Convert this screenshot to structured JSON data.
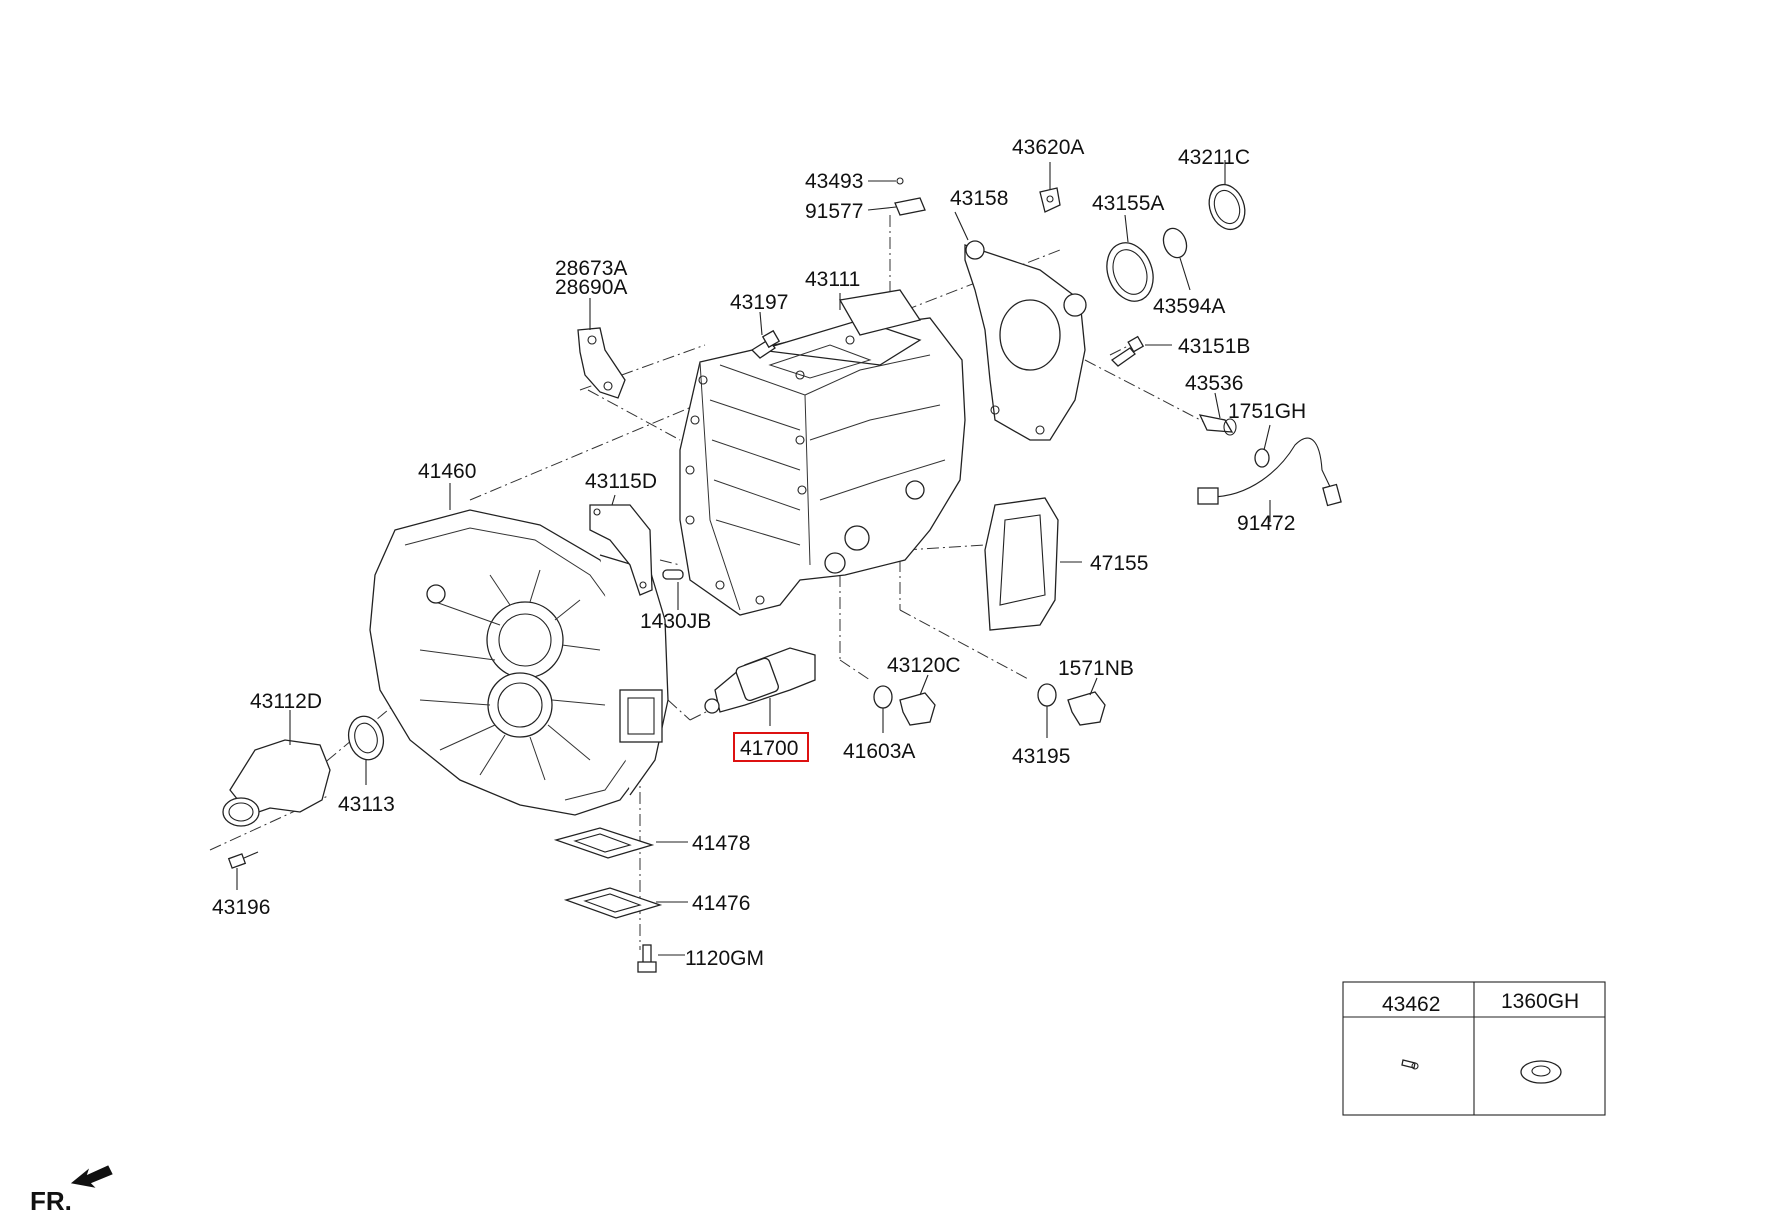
{
  "labels": {
    "p43493": "43493",
    "p91577": "91577",
    "p43620A": "43620A",
    "p43211C": "43211C",
    "p43158": "43158",
    "p43155A": "43155A",
    "p28673A": "28673A",
    "p28690A": "28690A",
    "p43111": "43111",
    "p43197": "43197",
    "p43594A": "43594A",
    "p43151B": "43151B",
    "p43536": "43536",
    "p1751GH": "1751GH",
    "p41460": "41460",
    "p43115D": "43115D",
    "p91472": "91472",
    "p47155": "47155",
    "p1430JB": "1430JB",
    "p43120C": "43120C",
    "p1571NB": "1571NB",
    "p43112D": "43112D",
    "p41700": "41700",
    "p41603A": "41603A",
    "p43195": "43195",
    "p43113": "43113",
    "p41478": "41478",
    "p41476": "41476",
    "p43196": "43196",
    "p1120GM": "1120GM"
  },
  "highlighted_part": "41700",
  "legend_table": {
    "col1_header": "43462",
    "col2_header": "1360GH"
  },
  "front_indicator": "FR.",
  "colors": {
    "highlight": "#dd1111",
    "line": "#222222"
  }
}
